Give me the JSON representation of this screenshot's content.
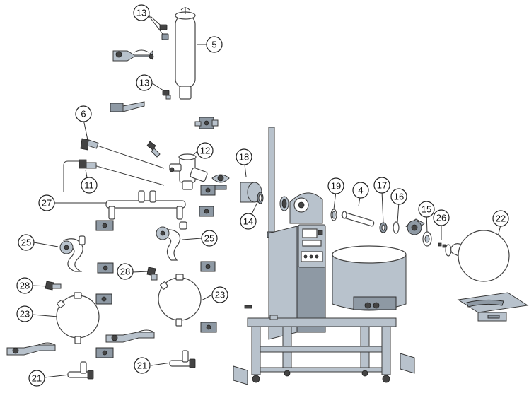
{
  "callouts": [
    {
      "id": "c13a",
      "label": "13"
    },
    {
      "id": "c5",
      "label": "5"
    },
    {
      "id": "c13b",
      "label": "13"
    },
    {
      "id": "c6",
      "label": "6"
    },
    {
      "id": "c12",
      "label": "12"
    },
    {
      "id": "c11",
      "label": "11"
    },
    {
      "id": "c27",
      "label": "27"
    },
    {
      "id": "c18",
      "label": "18"
    },
    {
      "id": "c14",
      "label": "14"
    },
    {
      "id": "c19",
      "label": "19"
    },
    {
      "id": "c4",
      "label": "4"
    },
    {
      "id": "c17",
      "label": "17"
    },
    {
      "id": "c16",
      "label": "16"
    },
    {
      "id": "c15",
      "label": "15"
    },
    {
      "id": "c26",
      "label": "26"
    },
    {
      "id": "c22",
      "label": "22"
    },
    {
      "id": "c25a",
      "label": "25"
    },
    {
      "id": "c25b",
      "label": "25"
    },
    {
      "id": "c28a",
      "label": "28"
    },
    {
      "id": "c28b",
      "label": "28"
    },
    {
      "id": "c23a",
      "label": "23"
    },
    {
      "id": "c23b",
      "label": "23"
    },
    {
      "id": "c21a",
      "label": "21"
    },
    {
      "id": "c21b",
      "label": "21"
    }
  ]
}
